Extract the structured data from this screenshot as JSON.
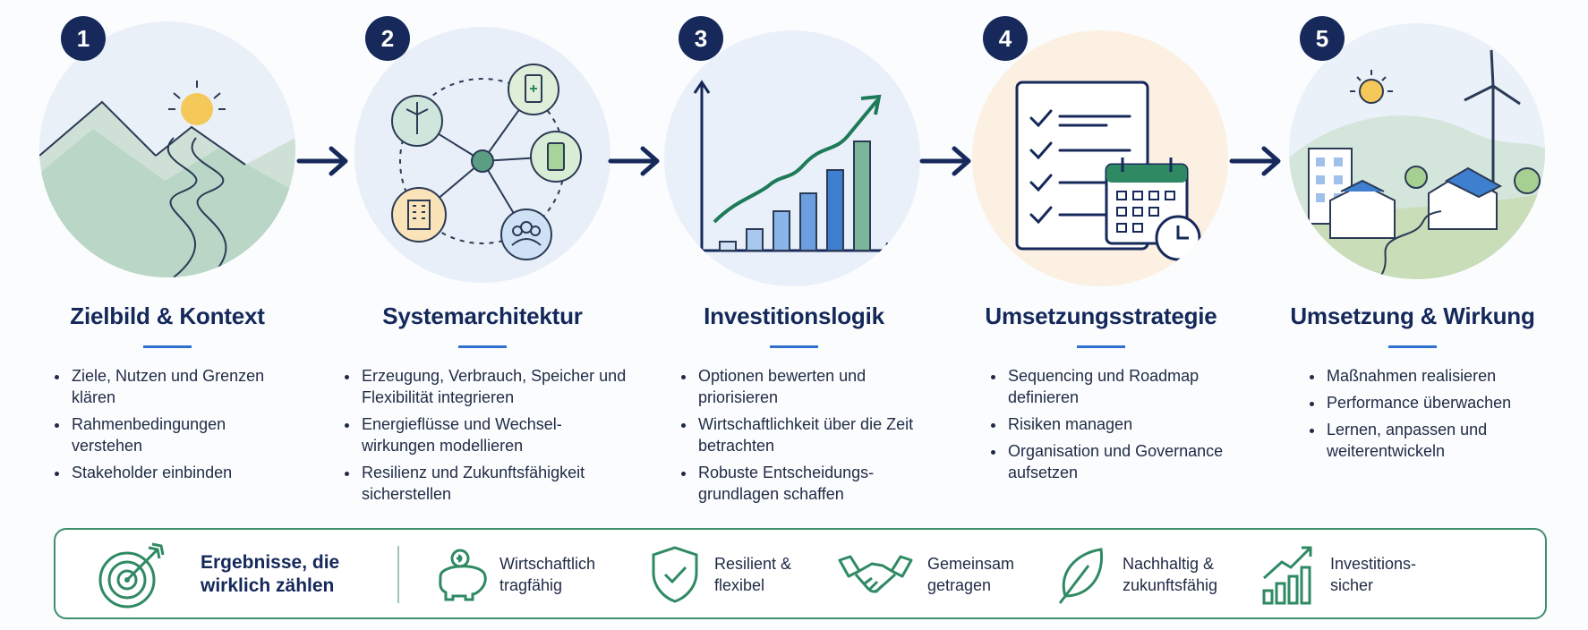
{
  "steps": [
    {
      "number": "1",
      "title": "Zielbild & Kontext",
      "bullets": [
        "Ziele, Nutzen und Grenzen klären",
        "Rahmenbedingungen verstehen",
        "Stakeholder einbinden"
      ],
      "icon": "landscape-icon"
    },
    {
      "number": "2",
      "title": "Systemarchitektur",
      "bullets": [
        "Erzeugung, Verbrauch, Speicher und Flexibilität integrieren",
        "Energieflüsse und Wechsel-wirkungen modellieren",
        "Resilienz und Zukunftsfähigkeit sicherstellen"
      ],
      "icon": "network-icon"
    },
    {
      "number": "3",
      "title": "Investitionslogik",
      "bullets": [
        "Optionen bewerten und priorisieren",
        "Wirtschaftlichkeit über die Zeit betrachten",
        "Robuste Entscheidungs-grundlagen schaffen"
      ],
      "icon": "growth-chart-icon"
    },
    {
      "number": "4",
      "title": "Umsetzungsstrategie",
      "bullets": [
        "Sequencing und Roadmap definieren",
        "Risiken managen",
        "Organisation und Governance aufsetzen"
      ],
      "icon": "checklist-calendar-icon"
    },
    {
      "number": "5",
      "title": "Umsetzung & Wirkung",
      "bullets": [
        "Maßnahmen realisieren",
        "Performance überwachen",
        "Lernen, anpassen und weiterentwickeln"
      ],
      "icon": "sustainable-town-icon"
    }
  ],
  "results": {
    "heading": "Ergebnisse, die wirklich zählen",
    "items": [
      {
        "label": "Wirtschaftlich tragfähig",
        "icon": "piggy-bank-icon"
      },
      {
        "label": "Resilient & flexibel",
        "icon": "shield-check-icon"
      },
      {
        "label": "Gemeinsam getragen",
        "icon": "handshake-icon"
      },
      {
        "label": "Nachhaltig & zukunftsfähig",
        "icon": "leaf-icon"
      },
      {
        "label": "Investitions-sicher",
        "icon": "bar-growth-icon"
      }
    ]
  },
  "colors": {
    "navy": "#16295a",
    "accent_blue": "#2e6fd1",
    "green": "#2f8a63",
    "panel_border": "#3f8f6e"
  }
}
